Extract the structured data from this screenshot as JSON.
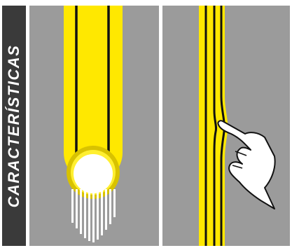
{
  "side_label": "CARACTERÍSTICAS",
  "colors": {
    "side_bar": "#3a3a3a",
    "background": "#9b9b9b",
    "stripe": "#ffe800",
    "stripe_dark": "#e0cc00",
    "line": "#111111",
    "sphere": "#ffffff"
  },
  "icons": {
    "left_panel": [
      "yellow-road-stripe",
      "white-ball-icon",
      "motion-streaks"
    ],
    "right_panel": [
      "yellow-road-stripe",
      "hand-pointing-icon"
    ]
  }
}
